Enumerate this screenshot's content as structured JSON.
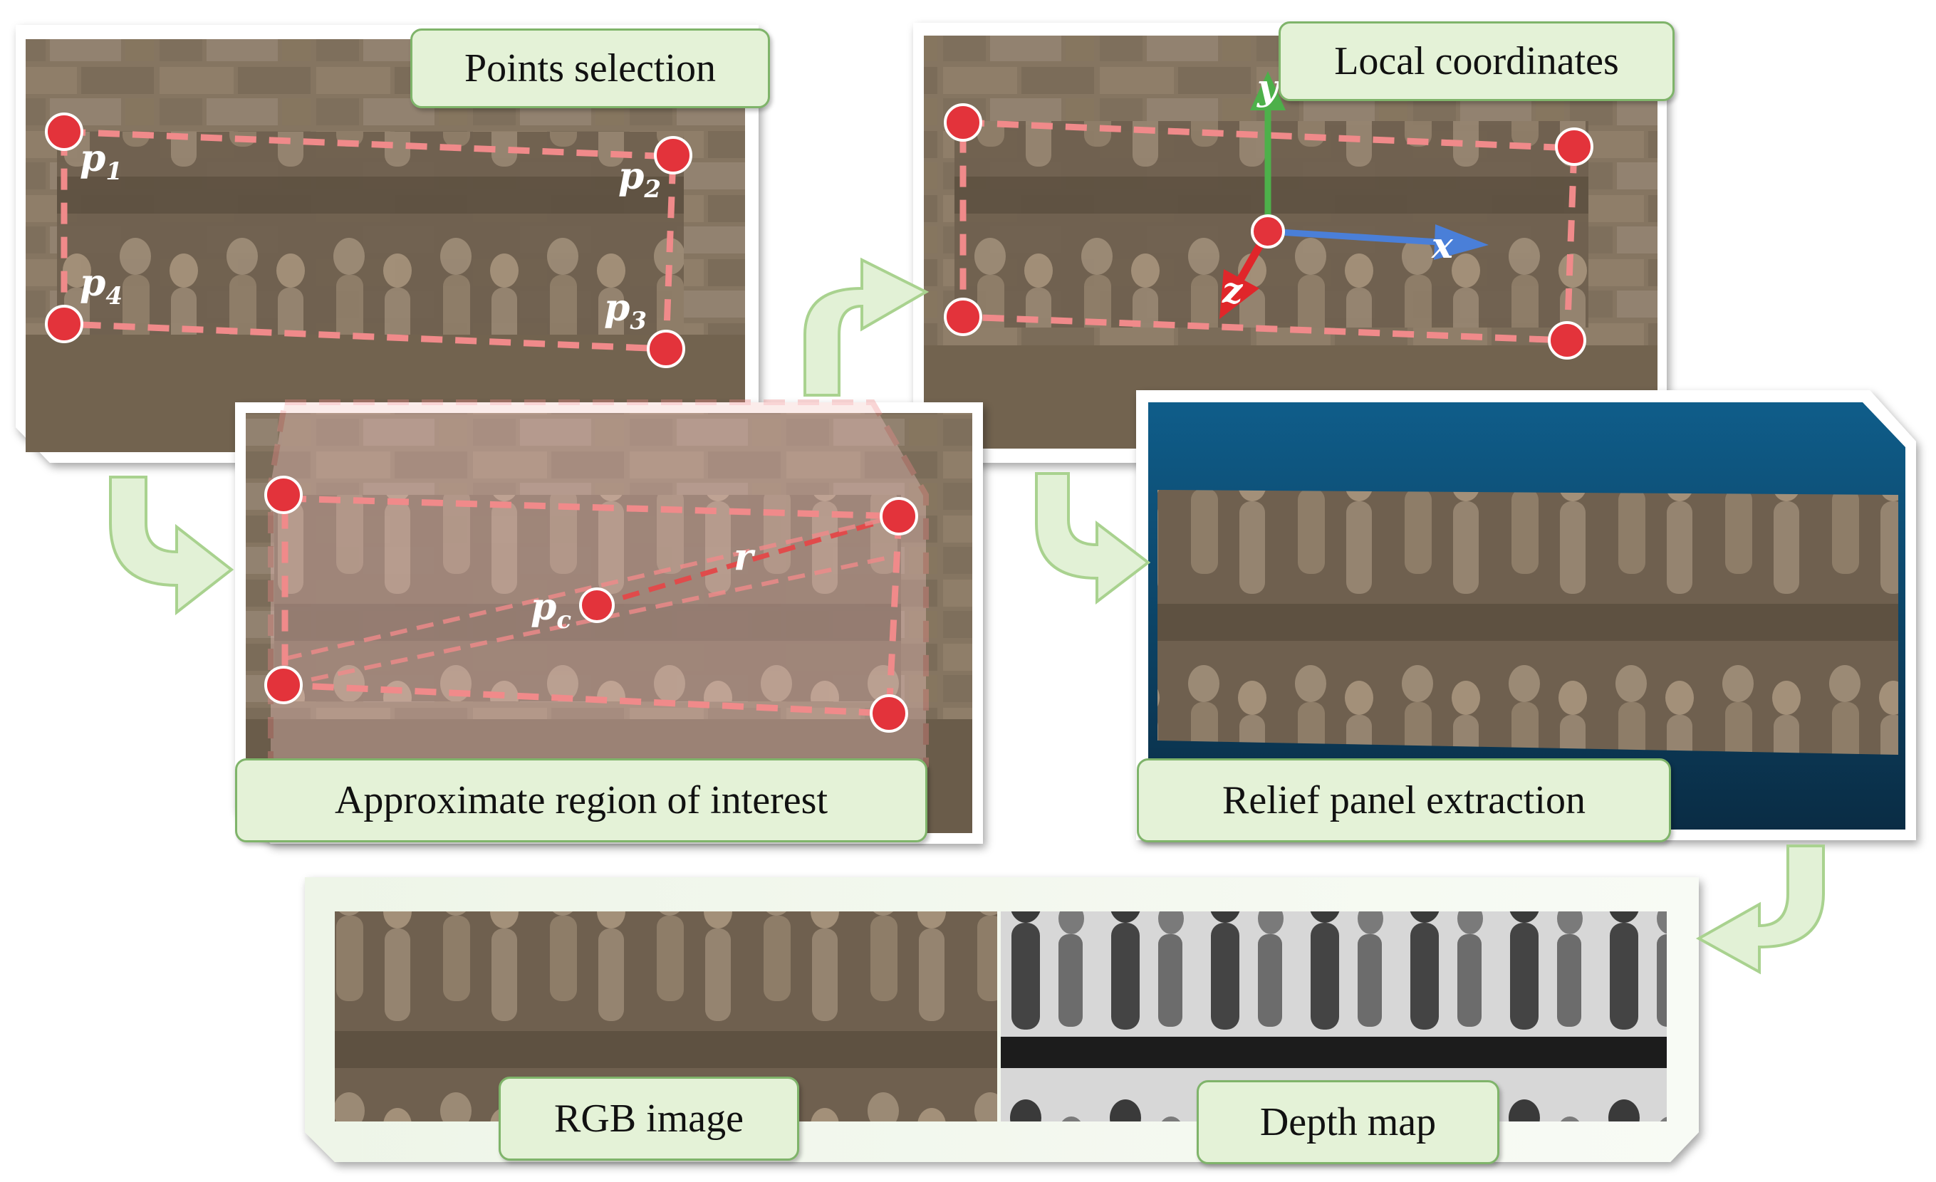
{
  "labels": {
    "points_selection": "Points selection",
    "local_coordinates": "Local coordinates",
    "approx_roi": "Approximate region of interest",
    "relief_extraction": "Relief panel extraction",
    "rgb_image": "RGB image",
    "depth_map": "Depth map"
  },
  "points": {
    "p1": "p",
    "p1_sub": "1",
    "p2": "p",
    "p2_sub": "2",
    "p3": "p",
    "p3_sub": "3",
    "p4": "p",
    "p4_sub": "4",
    "pc": "p",
    "pc_sub": "c",
    "r": "r"
  },
  "axes": {
    "x": "x",
    "y": "y",
    "z": "z"
  },
  "colors": {
    "label_fill": "#e4f2d7",
    "label_border": "#7fb46a",
    "arrow_fill": "#e2f1d6",
    "arrow_stroke": "#a9d28f",
    "marker_red": "#e3333b",
    "dash_pink": "#f08a8a",
    "axis_x": "#4a7fd8",
    "axis_y": "#4db04a",
    "axis_z": "#e0262a",
    "extraction_bg": "#0e4f78"
  }
}
